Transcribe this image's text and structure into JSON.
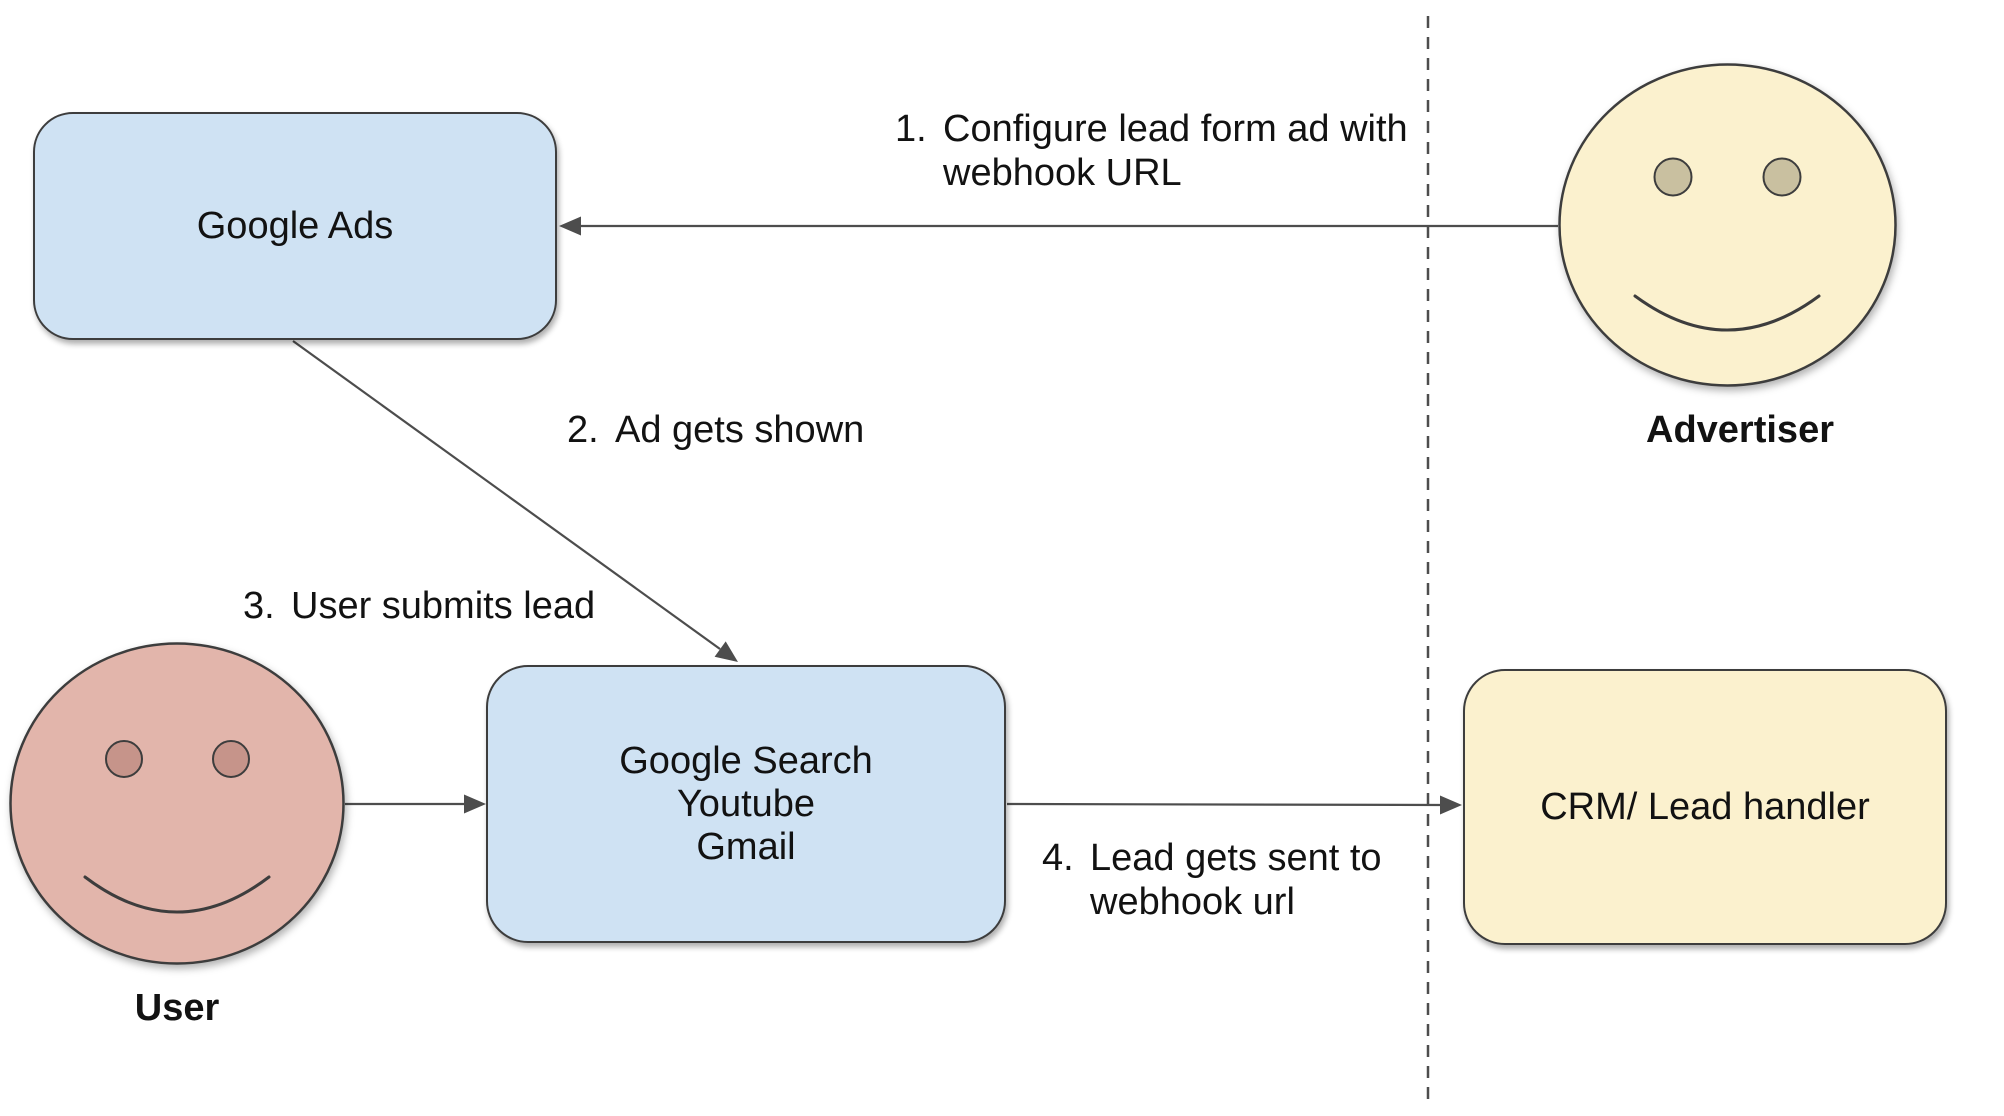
{
  "diagram": {
    "nodes": {
      "google_ads": {
        "label": "Google Ads"
      },
      "google_surfaces": {
        "lines": [
          "Google Search",
          "Youtube",
          "Gmail"
        ]
      },
      "crm": {
        "label": "CRM/ Lead handler"
      }
    },
    "actors": {
      "advertiser": {
        "label": "Advertiser"
      },
      "user": {
        "label": "User"
      }
    },
    "steps": [
      {
        "num": "1.",
        "line1": "Configure lead form ad with",
        "line2": "webhook URL"
      },
      {
        "num": "2.",
        "line1": "Ad gets shown",
        "line2": ""
      },
      {
        "num": "3.",
        "line1": "User submits lead",
        "line2": ""
      },
      {
        "num": "4.",
        "line1": "Lead gets sent to",
        "line2": "webhook url"
      }
    ],
    "colors": {
      "node_blue": "#cfe2f3",
      "node_yellow": "#fbf1ce",
      "face_pink": "#e2b5ab",
      "eye_pink": "#c6948a",
      "eye_tan": "#c9c0a0",
      "shape_stroke": "#3d3d3d",
      "connector": "#4d4d4d",
      "text": "#121212"
    }
  }
}
